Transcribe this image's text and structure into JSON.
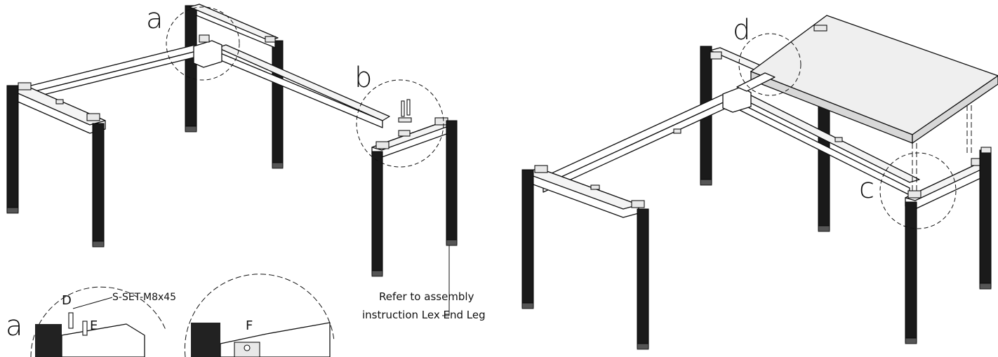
{
  "callouts": {
    "a": "a",
    "b": "b",
    "c": "c",
    "d": "d"
  },
  "details": {
    "a_label": "a",
    "part_D": "D",
    "part_E": "E",
    "part_F": "F",
    "screw_set": "S-SET-M8x45"
  },
  "note": {
    "line1": "Refer to assembly",
    "line2": "instruction Lex End Leg"
  }
}
